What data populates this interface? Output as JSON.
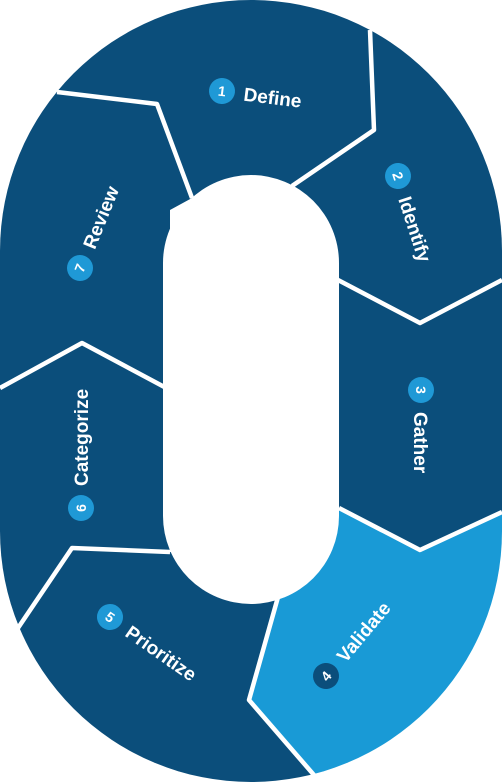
{
  "colors": {
    "primary": "#0b4e7b",
    "accent": "#199ad6",
    "badge": "#1f99d6",
    "badge_on_accent": "#0b4e7b",
    "divider": "#ffffff"
  },
  "steps": [
    {
      "number": "1",
      "label": "Define"
    },
    {
      "number": "2",
      "label": "Identify"
    },
    {
      "number": "3",
      "label": "Gather"
    },
    {
      "number": "4",
      "label": "Validate",
      "highlighted": true
    },
    {
      "number": "5",
      "label": "Prioritize"
    },
    {
      "number": "6",
      "label": "Categorize"
    },
    {
      "number": "7",
      "label": "Review"
    }
  ]
}
